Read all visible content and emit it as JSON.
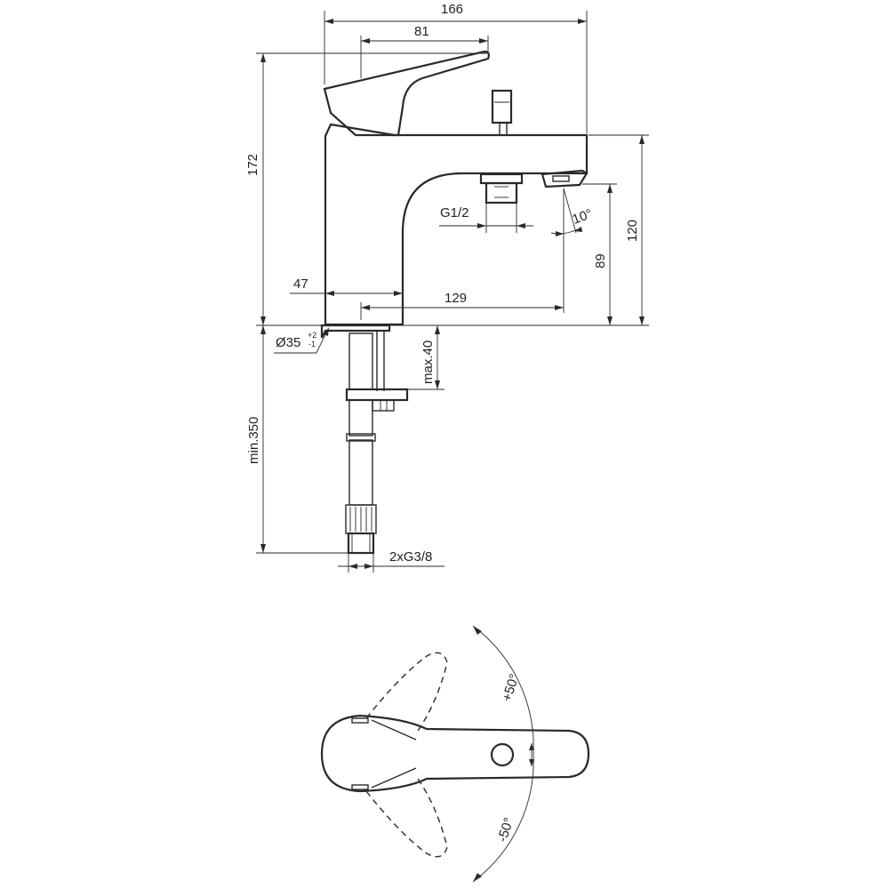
{
  "dimensions": {
    "overall_width": "166",
    "handle_length": "81",
    "overall_height": "172",
    "outlet_height_top": "120",
    "outlet_height": "89",
    "body_depth": "47",
    "spout_reach": "129",
    "diverter_thread": "G1/2",
    "spout_angle": "10°",
    "base_diameter": "Ø35",
    "base_tolerance_plus": "+2",
    "base_tolerance_minus": "-1",
    "deck_thickness": "max.40",
    "hose_length": "min.350",
    "hose_connections": "2xG3/8",
    "rotation_up": "+50°",
    "rotation_down": "-50°"
  }
}
